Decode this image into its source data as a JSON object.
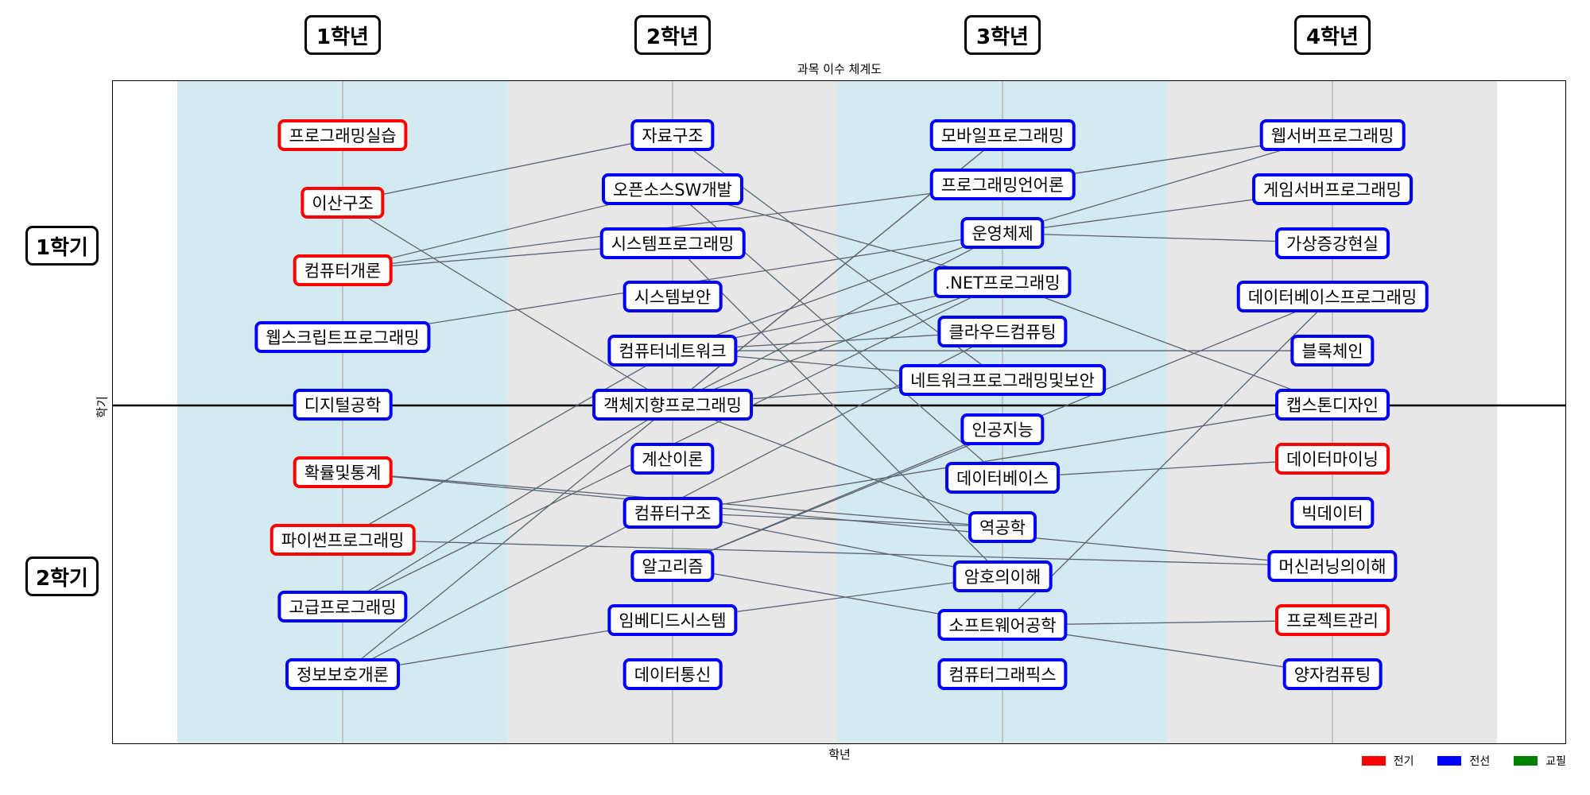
{
  "title": "과목 이수 체계도",
  "xlabel": "학년",
  "ylabel": "학기",
  "years": [
    "1학년",
    "2학년",
    "3학년",
    "4학년"
  ],
  "semesters": [
    "1학기",
    "2학기"
  ],
  "colors": {
    "band_a": "#d4eaf1",
    "band_b": "#e7e7e7",
    "edge": "#5a6470",
    "required_major": "#ff0000",
    "elective_major": "#0000ff",
    "general": "#008000"
  },
  "legend": [
    {
      "label": "전기",
      "color": "#ff0000"
    },
    {
      "label": "전선",
      "color": "#0000ff"
    },
    {
      "label": "교필",
      "color": "#008000"
    }
  ],
  "courses": [
    {
      "id": "y1-1",
      "label": "프로그래밍실습",
      "year": 1,
      "type": "전기"
    },
    {
      "id": "y1-2",
      "label": "이산구조",
      "year": 1,
      "type": "전기"
    },
    {
      "id": "y1-3",
      "label": "컴퓨터개론",
      "year": 1,
      "type": "전기"
    },
    {
      "id": "y1-4",
      "label": "웹스크립트프로그래밍",
      "year": 1,
      "type": "전선"
    },
    {
      "id": "y1-5",
      "label": "디지털공학",
      "year": 1,
      "type": "전선"
    },
    {
      "id": "y1-6",
      "label": "확률및통계",
      "year": 1,
      "type": "전기"
    },
    {
      "id": "y1-7",
      "label": "파이썬프로그래밍",
      "year": 1,
      "type": "전기"
    },
    {
      "id": "y1-8",
      "label": "고급프로그래밍",
      "year": 1,
      "type": "전선"
    },
    {
      "id": "y1-9",
      "label": "정보보호개론",
      "year": 1,
      "type": "전선"
    },
    {
      "id": "y2-1",
      "label": "자료구조",
      "year": 2,
      "type": "전선"
    },
    {
      "id": "y2-2",
      "label": "오픈소스SW개발",
      "year": 2,
      "type": "전선"
    },
    {
      "id": "y2-3",
      "label": "시스템프로그래밍",
      "year": 2,
      "type": "전선"
    },
    {
      "id": "y2-4",
      "label": "시스템보안",
      "year": 2,
      "type": "전선"
    },
    {
      "id": "y2-5",
      "label": "컴퓨터네트워크",
      "year": 2,
      "type": "전선"
    },
    {
      "id": "y2-6",
      "label": "객체지향프로그래밍",
      "year": 2,
      "type": "전선"
    },
    {
      "id": "y2-7",
      "label": "계산이론",
      "year": 2,
      "type": "전선"
    },
    {
      "id": "y2-8",
      "label": "컴퓨터구조",
      "year": 2,
      "type": "전선"
    },
    {
      "id": "y2-9",
      "label": "알고리즘",
      "year": 2,
      "type": "전선"
    },
    {
      "id": "y2-10",
      "label": "임베디드시스템",
      "year": 2,
      "type": "전선"
    },
    {
      "id": "y2-11",
      "label": "데이터통신",
      "year": 2,
      "type": "전선"
    },
    {
      "id": "y3-1",
      "label": "모바일프로그래밍",
      "year": 3,
      "type": "전선"
    },
    {
      "id": "y3-2",
      "label": "프로그래밍언어론",
      "year": 3,
      "type": "전선"
    },
    {
      "id": "y3-3",
      "label": "운영체제",
      "year": 3,
      "type": "전선"
    },
    {
      "id": "y3-4",
      "label": ".NET프로그래밍",
      "year": 3,
      "type": "전선"
    },
    {
      "id": "y3-5",
      "label": "클라우드컴퓨팅",
      "year": 3,
      "type": "전선"
    },
    {
      "id": "y3-6",
      "label": "네트워크프로그래밍및보안",
      "year": 3,
      "type": "전선"
    },
    {
      "id": "y3-7",
      "label": "인공지능",
      "year": 3,
      "type": "전선"
    },
    {
      "id": "y3-8",
      "label": "데이터베이스",
      "year": 3,
      "type": "전선"
    },
    {
      "id": "y3-9",
      "label": "역공학",
      "year": 3,
      "type": "전선"
    },
    {
      "id": "y3-10",
      "label": "암호의이해",
      "year": 3,
      "type": "전선"
    },
    {
      "id": "y3-11",
      "label": "소프트웨어공학",
      "year": 3,
      "type": "전선"
    },
    {
      "id": "y3-12",
      "label": "컴퓨터그래픽스",
      "year": 3,
      "type": "전선"
    },
    {
      "id": "y4-1",
      "label": "웹서버프로그래밍",
      "year": 4,
      "type": "전선"
    },
    {
      "id": "y4-2",
      "label": "게임서버프로그래밍",
      "year": 4,
      "type": "전선"
    },
    {
      "id": "y4-3",
      "label": "가상증강현실",
      "year": 4,
      "type": "전선"
    },
    {
      "id": "y4-4",
      "label": "데이터베이스프로그래밍",
      "year": 4,
      "type": "전선"
    },
    {
      "id": "y4-5",
      "label": "블록체인",
      "year": 4,
      "type": "전선"
    },
    {
      "id": "y4-6",
      "label": "캡스톤디자인",
      "year": 4,
      "type": "전선"
    },
    {
      "id": "y4-7",
      "label": "데이터마이닝",
      "year": 4,
      "type": "전기"
    },
    {
      "id": "y4-8",
      "label": "빅데이터",
      "year": 4,
      "type": "전선"
    },
    {
      "id": "y4-9",
      "label": "머신러닝의이해",
      "year": 4,
      "type": "전선"
    },
    {
      "id": "y4-10",
      "label": "프로젝트관리",
      "year": 4,
      "type": "전기"
    },
    {
      "id": "y4-11",
      "label": "양자컴퓨팅",
      "year": 4,
      "type": "전선"
    }
  ],
  "edges": [
    [
      "y1-2",
      "y2-1"
    ],
    [
      "y1-2",
      "y2-6"
    ],
    [
      "y1-3",
      "y2-2"
    ],
    [
      "y1-3",
      "y2-3"
    ],
    [
      "y1-3",
      "y3-2"
    ],
    [
      "y1-4",
      "y3-3"
    ],
    [
      "y1-6",
      "y3-9"
    ],
    [
      "y1-6",
      "y4-9"
    ],
    [
      "y1-7",
      "y2-5"
    ],
    [
      "y1-7",
      "y4-9"
    ],
    [
      "y1-8",
      "y2-6"
    ],
    [
      "y1-8",
      "y3-4"
    ],
    [
      "y1-9",
      "y2-10"
    ],
    [
      "y1-9",
      "y3-5"
    ],
    [
      "y1-9",
      "y3-1"
    ],
    [
      "y2-1",
      "y3-6"
    ],
    [
      "y2-2",
      "y3-4"
    ],
    [
      "y2-2",
      "y3-8"
    ],
    [
      "y2-3",
      "y3-10"
    ],
    [
      "y2-5",
      "y3-3"
    ],
    [
      "y2-5",
      "y3-4"
    ],
    [
      "y2-5",
      "y3-5"
    ],
    [
      "y2-5",
      "y3-6"
    ],
    [
      "y2-5",
      "y4-5"
    ],
    [
      "y2-6",
      "y3-3"
    ],
    [
      "y2-6",
      "y3-4"
    ],
    [
      "y2-6",
      "y3-6"
    ],
    [
      "y2-6",
      "y3-9"
    ],
    [
      "y2-6",
      "y3-1"
    ],
    [
      "y2-8",
      "y3-9"
    ],
    [
      "y2-8",
      "y3-10"
    ],
    [
      "y2-8",
      "y4-6"
    ],
    [
      "y2-9",
      "y3-7"
    ],
    [
      "y2-9",
      "y3-11"
    ],
    [
      "y2-9",
      "y4-4"
    ],
    [
      "y2-10",
      "y3-10"
    ],
    [
      "y3-2",
      "y4-1"
    ],
    [
      "y3-3",
      "y4-1"
    ],
    [
      "y3-3",
      "y4-2"
    ],
    [
      "y3-3",
      "y4-3"
    ],
    [
      "y3-4",
      "y4-6"
    ],
    [
      "y3-8",
      "y4-7"
    ],
    [
      "y3-11",
      "y4-4"
    ],
    [
      "y3-11",
      "y4-10"
    ],
    [
      "y3-11",
      "y4-11"
    ]
  ]
}
